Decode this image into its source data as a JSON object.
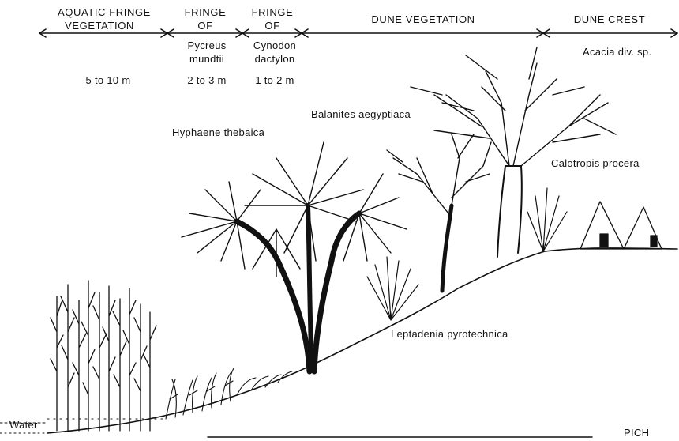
{
  "zones": [
    {
      "title_line1": "AQUATIC FRINGE",
      "title_line2": "VEGETATION",
      "species_line1": "",
      "species_line2": "",
      "width": "5 to 10 m"
    },
    {
      "title_line1": "FRINGE",
      "title_line2": "OF",
      "species_line1": "Pycreus",
      "species_line2": "mundtii",
      "width": "2 to 3 m"
    },
    {
      "title_line1": "FRINGE",
      "title_line2": "OF",
      "species_line1": "Cynodon",
      "species_line2": "dactylon",
      "width": "1 to 2 m"
    },
    {
      "title_line1": "DUNE VEGETATION",
      "title_line2": "",
      "species_line1": "",
      "species_line2": "",
      "width": ""
    },
    {
      "title_line1": "DUNE CREST",
      "title_line2": "",
      "species_line1": "",
      "species_line2": "",
      "width": ""
    }
  ],
  "plants": {
    "hyphaene": "Hyphaene thebaica",
    "balanites": "Balanites aegyptiaca",
    "acacia": "Acacia div. sp.",
    "calotropis": "Calotropis procera",
    "leptadenia": "Leptadenia pyrotechnica"
  },
  "water_label": "Water",
  "signature": "PICH",
  "colors": {
    "ink": "#111111",
    "paper": "#ffffff"
  }
}
